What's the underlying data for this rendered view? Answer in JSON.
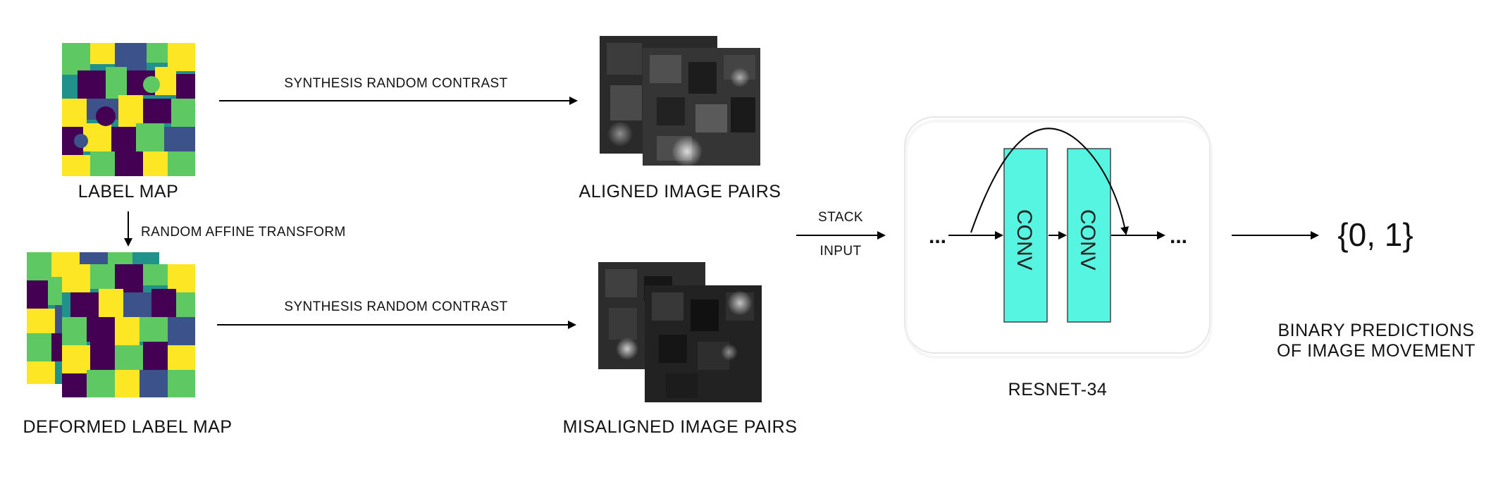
{
  "labels": {
    "label_map": "LABEL MAP",
    "deformed_label_map": "DEFORMED LABEL MAP",
    "random_affine_transform": "RANDOM AFFINE TRANSFORM",
    "synthesis_random_contrast_top": "SYNTHESIS RANDOM CONTRAST",
    "synthesis_random_contrast_bottom": "SYNTHESIS RANDOM CONTRAST",
    "aligned_image_pairs": "ALIGNED IMAGE PAIRS",
    "misaligned_image_pairs": "MISALIGNED IMAGE PAIRS",
    "stack": "STACK",
    "input": "INPUT",
    "network_name": "RESNET-34",
    "conv_1": "CONV",
    "conv_2": "CONV",
    "ellipsis_left": "...",
    "ellipsis_right": "...",
    "output_set": "{0, 1}",
    "binary_predictions_line1": "BINARY PREDICTIONS",
    "binary_predictions_line2": "OF IMAGE MOVEMENT"
  },
  "colors": {
    "conv_block": "#55f5e2",
    "label_palette": [
      "#440154",
      "#3b528b",
      "#21918c",
      "#5ec962",
      "#fde725",
      "#31688e",
      "#35b779",
      "#90d743"
    ],
    "arrow": "#000000"
  }
}
